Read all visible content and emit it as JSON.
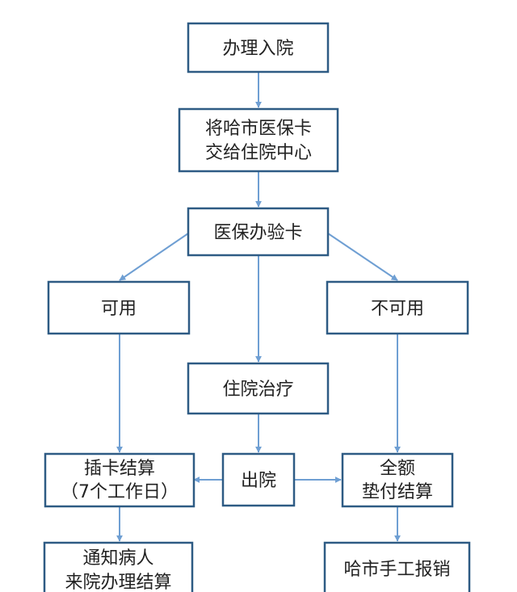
{
  "nodes": {
    "admission": {
      "label": "办理入院"
    },
    "hand_card": {
      "line1": "将哈市医保卡",
      "line2": "交给住院中心"
    },
    "verify_card": {
      "label": "医保办验卡"
    },
    "usable": {
      "label": "可用"
    },
    "unusable": {
      "label": "不可用"
    },
    "hospital_treatment": {
      "label": "住院治疗"
    },
    "discharge": {
      "label": "出院"
    },
    "card_settlement": {
      "line1": "插卡结算",
      "line2": "（7个工作日）"
    },
    "full_payment": {
      "line1": "全额",
      "line2": "垫付结算"
    },
    "notify_patient": {
      "line1": "通知病人",
      "line2": "来院办理结算"
    },
    "manual_reimbursement": {
      "label": "哈市手工报销"
    }
  },
  "colors": {
    "box_border": "#2e5b84",
    "arrow": "#6f9fd3",
    "text": "#222222"
  }
}
